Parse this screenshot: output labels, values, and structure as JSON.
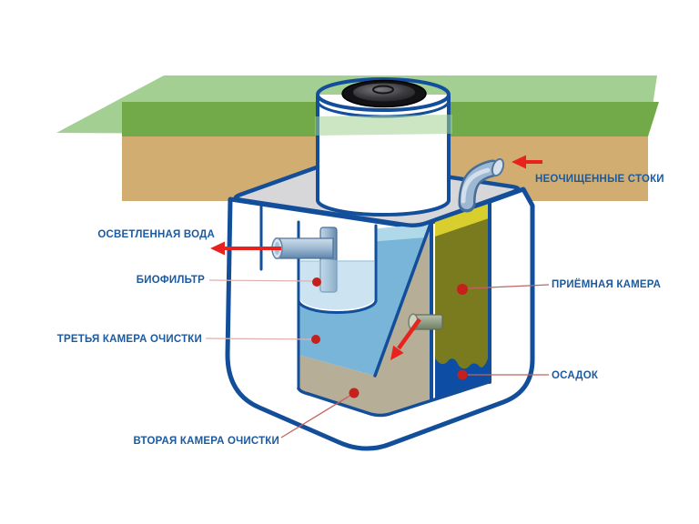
{
  "diagram_type": "septic-tank-cutaway-diagram",
  "labels": {
    "untreated_sewage": "НЕОЧИЩЕННЫЕ СТОКИ",
    "clarified_water": "ОСВЕТЛЕННАЯ ВОДА",
    "biofilter": "БИОФИЛЬТР",
    "third_chamber": "ТРЕТЬЯ КАМЕРА ОЧИСТКИ",
    "second_chamber": "ВТОРАЯ КАМЕРА ОЧИСТКИ",
    "receiving_chamber": "ПРИЁМНАЯ КАМЕРА",
    "sediment": "ОСАДОК"
  },
  "colors": {
    "outline_blue": "#134e9b",
    "label_blue": "#1c5aa0",
    "arrow_red": "#e8231f",
    "marker_red": "#c6201e",
    "leader_pink": "#dfb0ad",
    "leader_red": "#c4625e",
    "grass_light": "#a3cf92",
    "grass_dark": "#72aa49",
    "soil_tan": "#d1ad72",
    "lid_gray": "#d7d7d9",
    "water_blue": "#79b5d8",
    "water_light": "#b5dcea",
    "biofilter_water": "#cce4f1",
    "chamber_tan": "#b7ae97",
    "receiving_olive": "#7a7a1f",
    "receiving_yellow": "#d8cf2e",
    "sediment_blue": "#0d4da3"
  }
}
